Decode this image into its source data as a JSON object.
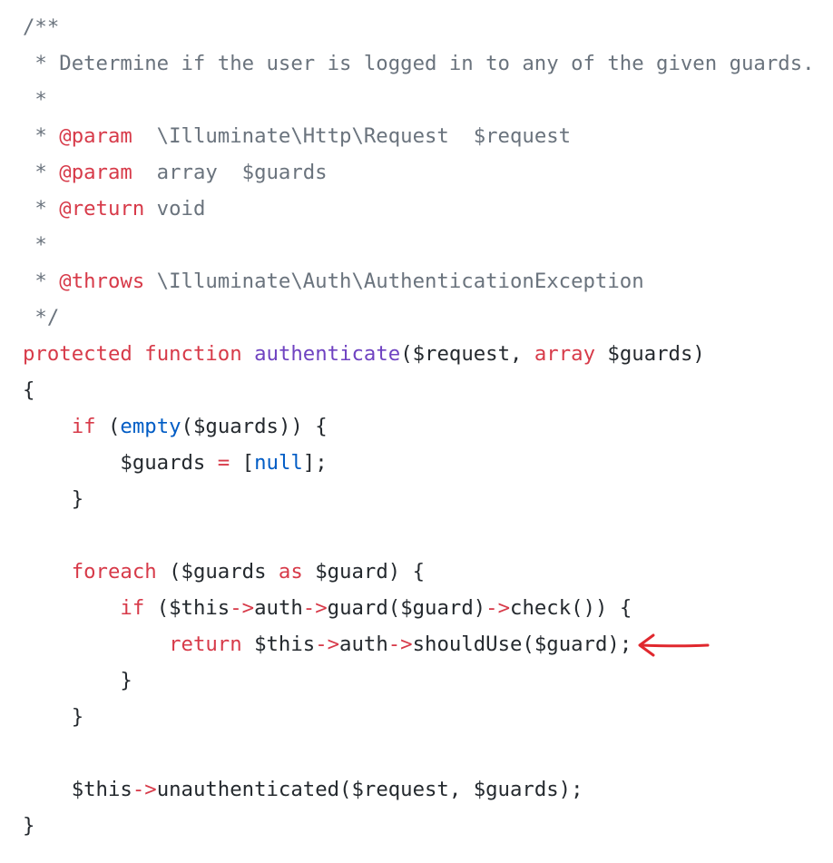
{
  "code": {
    "lines": [
      [
        {
          "t": "/**",
          "c": "comment"
        }
      ],
      [
        {
          "t": " * Determine if the user is logged in to any of the given guards.",
          "c": "comment"
        }
      ],
      [
        {
          "t": " *",
          "c": "comment"
        }
      ],
      [
        {
          "t": " * ",
          "c": "comment"
        },
        {
          "t": "@param",
          "c": "tag"
        },
        {
          "t": "  \\Illuminate\\Http\\Request  $request",
          "c": "comment"
        }
      ],
      [
        {
          "t": " * ",
          "c": "comment"
        },
        {
          "t": "@param",
          "c": "tag"
        },
        {
          "t": "  array  $guards",
          "c": "comment"
        }
      ],
      [
        {
          "t": " * ",
          "c": "comment"
        },
        {
          "t": "@return",
          "c": "tag"
        },
        {
          "t": " void",
          "c": "comment"
        }
      ],
      [
        {
          "t": " *",
          "c": "comment"
        }
      ],
      [
        {
          "t": " * ",
          "c": "comment"
        },
        {
          "t": "@throws",
          "c": "tag"
        },
        {
          "t": " \\Illuminate\\Auth\\AuthenticationException",
          "c": "comment"
        }
      ],
      [
        {
          "t": " */",
          "c": "comment"
        }
      ],
      [
        {
          "t": "protected",
          "c": "kw"
        },
        {
          "t": " ",
          "c": "punct"
        },
        {
          "t": "function",
          "c": "kw"
        },
        {
          "t": " ",
          "c": "punct"
        },
        {
          "t": "authenticate",
          "c": "func"
        },
        {
          "t": "($request, ",
          "c": "punct"
        },
        {
          "t": "array",
          "c": "kw"
        },
        {
          "t": " $guards)",
          "c": "punct"
        }
      ],
      [
        {
          "t": "{",
          "c": "punct"
        }
      ],
      [
        {
          "t": "    ",
          "c": "punct"
        },
        {
          "t": "if",
          "c": "kw"
        },
        {
          "t": " (",
          "c": "punct"
        },
        {
          "t": "empty",
          "c": "builtin"
        },
        {
          "t": "($guards)) {",
          "c": "punct"
        }
      ],
      [
        {
          "t": "        $guards ",
          "c": "punct"
        },
        {
          "t": "=",
          "c": "op"
        },
        {
          "t": " [",
          "c": "punct"
        },
        {
          "t": "null",
          "c": "const"
        },
        {
          "t": "];",
          "c": "punct"
        }
      ],
      [
        {
          "t": "    }",
          "c": "punct"
        }
      ],
      [
        {
          "t": "",
          "c": "punct"
        }
      ],
      [
        {
          "t": "    ",
          "c": "punct"
        },
        {
          "t": "foreach",
          "c": "kw"
        },
        {
          "t": " ($guards ",
          "c": "punct"
        },
        {
          "t": "as",
          "c": "kw"
        },
        {
          "t": " $guard) {",
          "c": "punct"
        }
      ],
      [
        {
          "t": "        ",
          "c": "punct"
        },
        {
          "t": "if",
          "c": "kw"
        },
        {
          "t": " ($this",
          "c": "punct"
        },
        {
          "t": "->",
          "c": "op"
        },
        {
          "t": "auth",
          "c": "name"
        },
        {
          "t": "->",
          "c": "op"
        },
        {
          "t": "guard($guard)",
          "c": "name"
        },
        {
          "t": "->",
          "c": "op"
        },
        {
          "t": "check()) {",
          "c": "name"
        }
      ],
      [
        {
          "t": "            ",
          "c": "punct"
        },
        {
          "t": "return",
          "c": "kw"
        },
        {
          "t": " $this",
          "c": "punct"
        },
        {
          "t": "->",
          "c": "op"
        },
        {
          "t": "auth",
          "c": "name"
        },
        {
          "t": "->",
          "c": "op"
        },
        {
          "t": "shouldUse($guard);",
          "c": "name"
        }
      ],
      [
        {
          "t": "        }",
          "c": "punct"
        }
      ],
      [
        {
          "t": "    }",
          "c": "punct"
        }
      ],
      [
        {
          "t": "",
          "c": "punct"
        }
      ],
      [
        {
          "t": "    $this",
          "c": "punct"
        },
        {
          "t": "->",
          "c": "op"
        },
        {
          "t": "unauthenticated($request, $guards);",
          "c": "name"
        }
      ],
      [
        {
          "t": "}",
          "c": "punct"
        }
      ]
    ]
  },
  "annotation": {
    "arrow_color": "#e0282e",
    "arrow_line": 17
  }
}
